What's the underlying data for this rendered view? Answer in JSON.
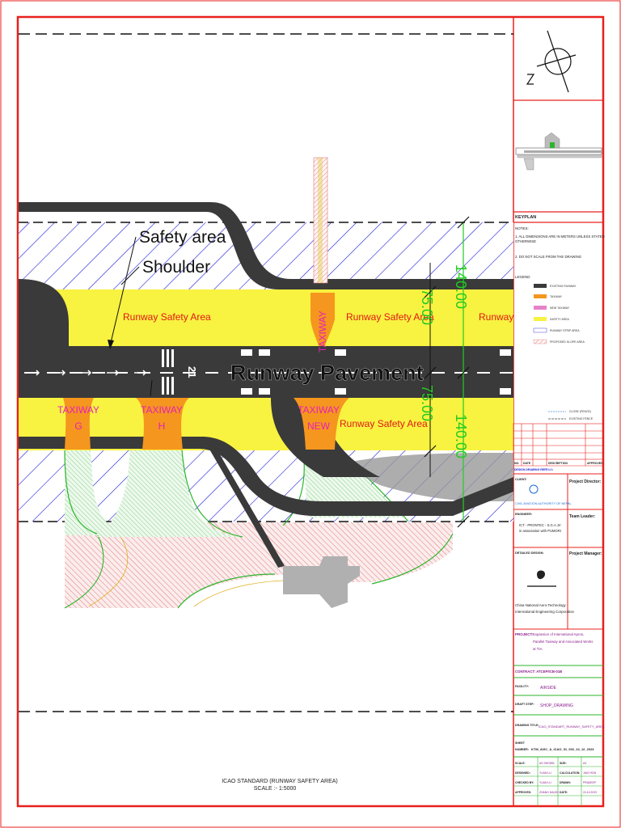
{
  "labels": {
    "safety_area": "Safety area",
    "shoulder": "Shoulder",
    "runway_safety_area": "Runway Safety Area",
    "runway_pavement": "Runway Pavement",
    "taxiway_vertical": "TAXIWAY",
    "taxiway_g_line1": "TAXIWAY",
    "taxiway_g_line2": "G",
    "taxiway_h_line1": "TAXIWAY",
    "taxiway_h_line2": "H",
    "taxiway_new_line1": "TAXIWAY",
    "taxiway_new_line2": "NEW",
    "dim_140": "140.00",
    "dim_75": "75.00",
    "threshold_marking": "21"
  },
  "footer": {
    "title": "ICAO STANDARD (RUNWAY SAFETY AREA)",
    "scale": "SCALE :- 1:5000"
  },
  "title_block": {
    "keyplan": "KEYPLAN",
    "notes_heading": "NOTES:",
    "note_1": "1.  ALL DIMENSIONS ARE IN METERS UNLESS STATED",
    "note_1b": "     OTHERWISE",
    "note_2": "2.  DO NOT SCALE FROM THE DRAWING",
    "legend_heading": "LEGEND",
    "legend_items": [
      "EXISTING RUNWAY",
      "TAXIWAY",
      "NEW TAXIWAY",
      "SAFETY AREA",
      "RUNWAY STRIP AREA",
      "PROPOSED SLOPE AREA"
    ],
    "legend_extra": [
      "CLOSE (FENCE)",
      "EXISTING FENCE"
    ],
    "rev_no": "NO.",
    "rev_date": "DATE",
    "rev_desc": "DESCRIPTION",
    "rev_approved": "APPROVED",
    "design_ref_label": "DESIGN DRAWING REFE.",
    "design_ref_value": "N/A",
    "client_label": "CLIENT:",
    "client_name": "CIVIL AVIATION AUTHORITY OF NEPAL",
    "project_director": "Project Director:",
    "engineer_label": "ENGINEER:",
    "engineer_name": "ICT - PRONTEC - S.G.A JV",
    "engineer_assoc": "in association with PUMORI",
    "team_leader": "Team Leader:",
    "detailed_design_label": "DETAILED DESIGN:",
    "project_manager": "Project Manager:",
    "contractor_name": "China National Aero-Technology",
    "contractor_name2": "International Engineering Corporation",
    "project_label": "PROJECT:",
    "project_value_1": "Expansion of International Apron,",
    "project_value_2": "Parallel Taxiway and Associated Works",
    "project_value_3": "at TIA.",
    "contract_label": "CONTRACT: ATCEP/ICB-01B",
    "facility_label": "FACILITY:",
    "facility_value": "AIRSIDE",
    "draft_step_label": "DRAFT STEP:",
    "draft_step_value": "SHOP_DRAWING",
    "drawing_title_label": "DRAWING TITLE:",
    "drawing_title_value": "ICAO_STANDART_RUNWAY_SAFETY_AREA",
    "sheet_number_label": "SHEET",
    "sheet_number_label2": "NUMBER:",
    "sheet_number_value": "KTM_AVIC_A_ICAO_01_002_24_12_2023",
    "scale_label": "SCALE:",
    "scale_value": "AS SHOWN",
    "size_label": "SIZE:",
    "size_value": "A3",
    "designed_label": "DESIGNED:",
    "designed_value": "YUAN LU",
    "calculation_label": "CALCULATION:",
    "calculation_value": "JIAO HON",
    "checked_label": "CHECKED BY:",
    "checked_value": "YUAN LU",
    "drawn_label": "DRAWN:",
    "drawn_value": "PRADEEP",
    "approved_label": "APPROVED:",
    "approved_value": "ZHANG HAIJIN",
    "date_label": "DATE:",
    "date_value": "24.12.2023"
  },
  "colors": {
    "border": "#e8201e",
    "pavement": "#3a3a3a",
    "safety_area": "#f8f240",
    "taxiway_fill": "#f5961e",
    "hatch_blue": "#1b1bd8",
    "hatch_red": "#e58585",
    "dim_green": "#22cc22",
    "magenta": "#e81fb8",
    "red_text": "#e01818"
  }
}
